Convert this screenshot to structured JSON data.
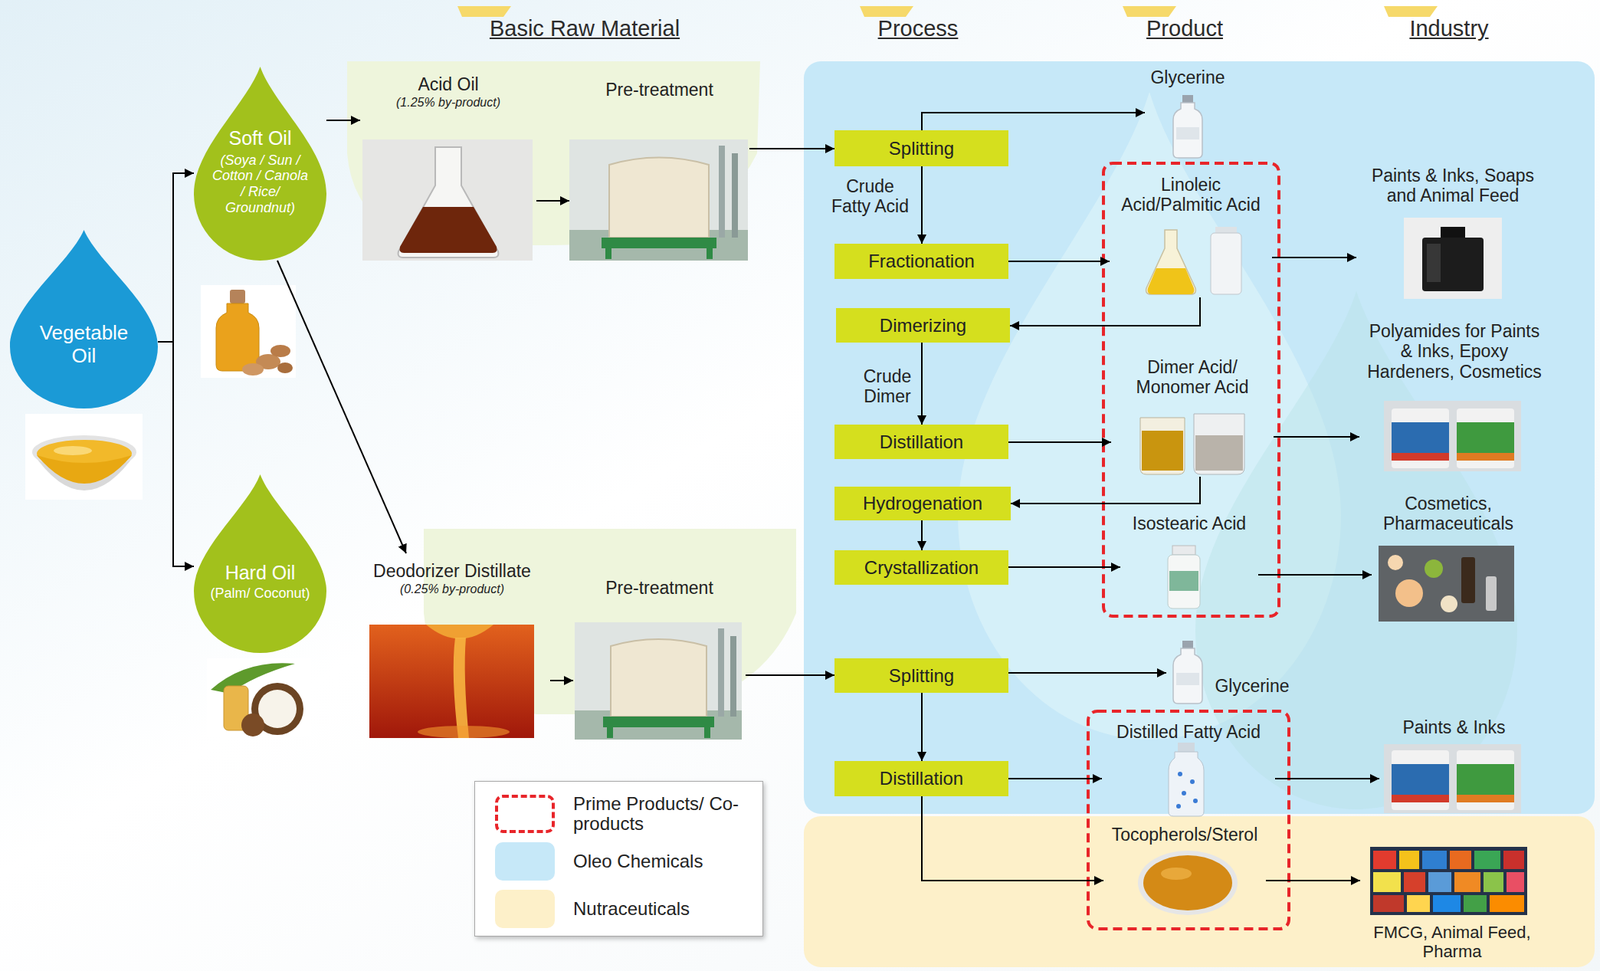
{
  "diagram": {
    "nodes": [
      {
        "text": [
          "Vegetable Oil"
        ]
      },
      {
        "text": [
          "Soft Oil",
          "(Soya / Sun / Cotton / Canola / Rice/ Groundnut)"
        ]
      },
      {
        "text": [
          "Acid Oil",
          "(1.25% by-product)"
        ]
      },
      {
        "text": [
          "Pre-treatment"
        ]
      },
      {
        "text": [
          "Hard Oil",
          "(Palm/ Coconut)"
        ]
      },
      {
        "text": [
          "Deodorizer Distillate",
          "(0.25% by-product)"
        ]
      },
      {
        "text": [
          "Pre-treatment"
        ]
      },
      {
        "text": [
          "Glycerine"
        ]
      },
      {
        "text": [
          "Splitting"
        ]
      },
      {
        "text": [
          "Linoleic Acid/Palmitic Acid"
        ]
      },
      {
        "text": [
          "Paints & Inks, Soaps and Animal Feed"
        ]
      },
      {
        "text": [
          "Fractionation"
        ]
      },
      {
        "text": [
          "Dimerizing"
        ]
      },
      {
        "text": [
          "Dimer Acid/ Monomer Acid"
        ]
      },
      {
        "text": [
          "Polyamides for Paints & Inks, Epoxy Hardeners, Cosmetics"
        ]
      },
      {
        "text": [
          "Distillation"
        ]
      },
      {
        "text": [
          "Hydrogenation"
        ]
      },
      {
        "text": [
          "Isostearic Acid"
        ]
      },
      {
        "text": [
          "Cosmetics, Pharmaceuticals"
        ]
      },
      {
        "text": [
          "Crystallization"
        ]
      },
      {
        "text": [
          "Splitting"
        ]
      },
      {
        "text": [
          "Glycerine"
        ]
      },
      {
        "text": [
          "Distilled Fatty Acid"
        ]
      },
      {
        "text": [
          "Paints & Inks"
        ]
      },
      {
        "text": [
          "Distillation"
        ]
      },
      {
        "text": [
          "Tocopherols/Sterol"
        ]
      },
      {
        "text": [
          "FMCG, Animal Feed, Pharma"
        ]
      }
    ],
    "edges": [
      {
        "from": 0,
        "to": 1,
        "arrow": "to"
      },
      {
        "from": 0,
        "to": 4,
        "arrow": "to"
      },
      {
        "from": 1,
        "to": 2,
        "arrow": "to"
      },
      {
        "from": 1,
        "to": 5,
        "arrow": "to"
      },
      {
        "from": 2,
        "to": 3,
        "arrow": "to"
      },
      {
        "from": 3,
        "to": 8,
        "arrow": "to"
      },
      {
        "from": 5,
        "to": 6,
        "arrow": "to"
      },
      {
        "from": 6,
        "to": 20,
        "arrow": "to"
      },
      {
        "from": 8,
        "to": 7,
        "arrow": "to"
      },
      {
        "from": 8,
        "to": 11,
        "label": "Crude Fatty Acid",
        "arrow": "to"
      },
      {
        "from": 11,
        "to": 9,
        "arrow": "to"
      },
      {
        "from": 9,
        "to": 10,
        "arrow": "to"
      },
      {
        "from": 9,
        "to": 12,
        "arrow": "to"
      },
      {
        "from": 12,
        "to": 15,
        "label": "Crude Dimer",
        "arrow": "to"
      },
      {
        "from": 15,
        "to": 13,
        "arrow": "to"
      },
      {
        "from": 13,
        "to": 14,
        "arrow": "to"
      },
      {
        "from": 13,
        "to": 16,
        "arrow": "to"
      },
      {
        "from": 16,
        "to": 19,
        "arrow": "to"
      },
      {
        "from": 19,
        "to": 17,
        "arrow": "to"
      },
      {
        "from": 17,
        "to": 18,
        "arrow": "to"
      },
      {
        "from": 20,
        "to": 21,
        "arrow": "to"
      },
      {
        "from": 20,
        "to": 24,
        "arrow": "to"
      },
      {
        "from": 24,
        "to": 22,
        "arrow": "to"
      },
      {
        "from": 22,
        "to": 23,
        "arrow": "to"
      },
      {
        "from": 24,
        "to": 25,
        "arrow": "to"
      },
      {
        "from": 25,
        "to": 26,
        "arrow": "to"
      }
    ],
    "labels": [
      "Basic Raw Material",
      "Process",
      "Product",
      "Industry"
    ],
    "legend": [
      {
        "text": "Prime Products/ Co-products"
      },
      {
        "text": "Oleo Chemicals",
        "color": "#c6e8f8"
      },
      {
        "text": "Nutraceuticals",
        "color": "#fdf0c9"
      }
    ]
  }
}
